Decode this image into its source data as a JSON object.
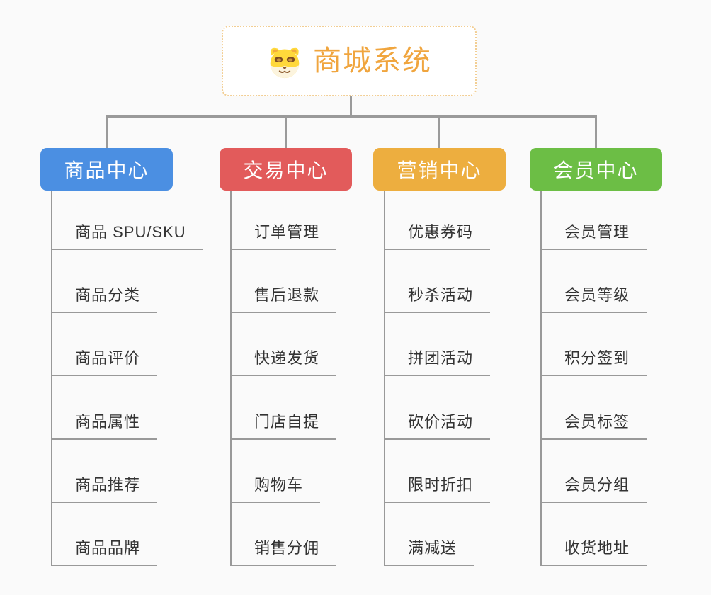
{
  "root": {
    "title": "商城系统",
    "icon": "doge-icon"
  },
  "branches": [
    {
      "label": "商品中心",
      "color": "#4B8FE2",
      "children": [
        "商品 SPU/SKU",
        "商品分类",
        "商品评价",
        "商品属性",
        "商品推荐",
        "商品品牌"
      ]
    },
    {
      "label": "交易中心",
      "color": "#E25B5B",
      "children": [
        "订单管理",
        "售后退款",
        "快递发货",
        "门店自提",
        "购物车",
        "销售分佣"
      ]
    },
    {
      "label": "营销中心",
      "color": "#EDAE3F",
      "children": [
        "优惠券码",
        "秒杀活动",
        "拼团活动",
        "砍价活动",
        "限时折扣",
        "满减送"
      ]
    },
    {
      "label": "会员中心",
      "color": "#6CBE45",
      "children": [
        "会员管理",
        "会员等级",
        "积分签到",
        "会员标签",
        "会员分组",
        "收货地址"
      ]
    }
  ],
  "colors": {
    "background": "#FAFAFA",
    "connector": "#9A9A9A",
    "leaf_underline": "#999999",
    "leaf_text": "#333333",
    "root_accent": "#F0A53E",
    "root_border": "#F2CE93"
  }
}
